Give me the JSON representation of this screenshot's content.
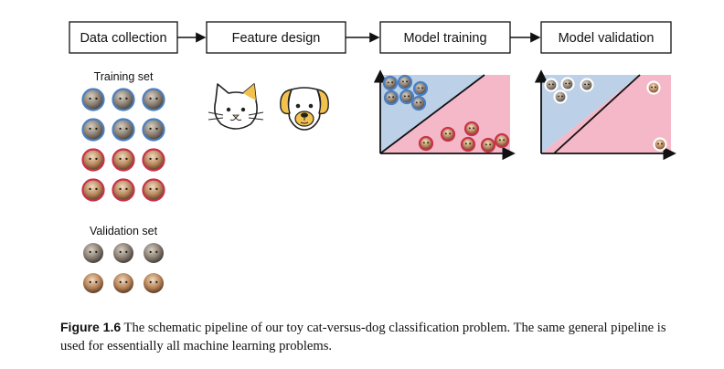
{
  "pipeline": {
    "steps": [
      {
        "label": "Data collection"
      },
      {
        "label": "Feature design"
      },
      {
        "label": "Model training"
      },
      {
        "label": "Model validation"
      }
    ]
  },
  "data_collection": {
    "training_label": "Training set",
    "validation_label": "Validation set",
    "training_rows": [
      [
        "cat",
        "cat",
        "cat"
      ],
      [
        "cat",
        "cat",
        "cat"
      ],
      [
        "dog",
        "dog",
        "dog"
      ],
      [
        "dog",
        "dog",
        "dog"
      ]
    ],
    "validation_rows": [
      [
        "cat",
        "cat",
        "cat"
      ],
      [
        "dog",
        "dog",
        "dog"
      ]
    ]
  },
  "feature_design": {
    "icons": [
      "cat-face-icon",
      "dog-face-icon"
    ]
  },
  "colors": {
    "cat_ring": "#4a7fc1",
    "dog_ring": "#c8324a",
    "cat_region": "#bcd0e8",
    "dog_region": "#f4b8c8",
    "box_border": "#111111",
    "dog_icon_ear": "#f2c14e",
    "cat_icon_patch": "#f2c14e"
  },
  "caption": {
    "figure_label": "Figure 1.6",
    "text": "The schematic pipeline of our toy cat-versus-dog classification problem. The same general pipeline is used for essentially all machine learning problems."
  }
}
